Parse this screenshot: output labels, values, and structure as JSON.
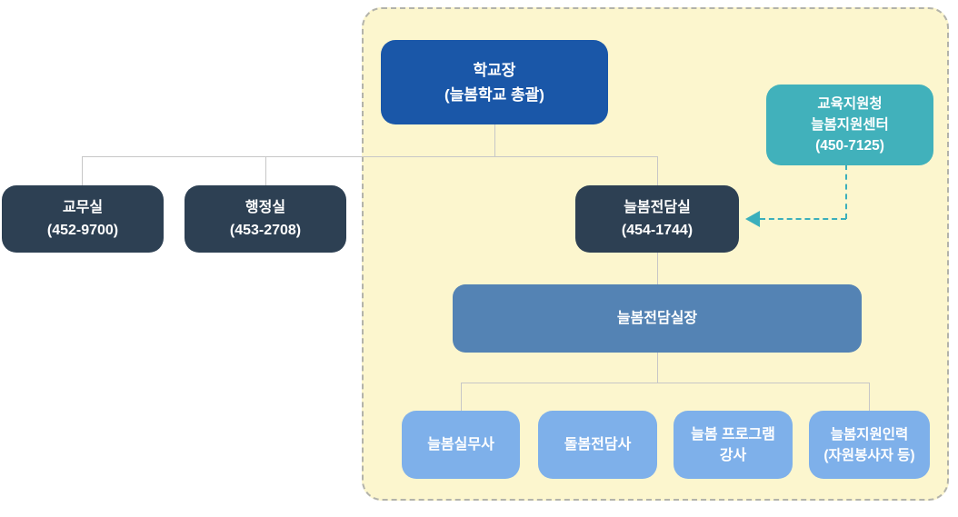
{
  "colors": {
    "panel_bg": "#FCF6CE",
    "panel_border": "#B3B3AA",
    "principal_blue": "#1A57A8",
    "navy": "#2D4053",
    "teal": "#41B1BB",
    "mid_blue": "#5483B4",
    "light_blue": "#7EB0EA",
    "connector_gray": "#C7C7C7",
    "dashed_arrow_teal": "#3BAFBC",
    "box_text": "#FFFFFF"
  },
  "nodes": {
    "principal": {
      "line1": "학교장",
      "line2": "(늘봄학교 총괄)"
    },
    "support_center": {
      "line1": "교육지원청",
      "line2": "늘봄지원센터",
      "line3": "(450-7125)"
    },
    "academic_office": {
      "line1": "교무실",
      "line2": "(452-9700)"
    },
    "admin_office": {
      "line1": "행정실",
      "line2": "(453-2708)"
    },
    "neulbom_office": {
      "line1": "늘봄전담실",
      "line2": "(454-1744)"
    },
    "neulbom_head": {
      "line1": "늘봄전담실장"
    },
    "staff": [
      {
        "line1": "늘봄실무사",
        "line2": ""
      },
      {
        "line1": "돌봄전담사",
        "line2": ""
      },
      {
        "line1": "늘봄 프로그램",
        "line2": "강사"
      },
      {
        "line1": "늘봄지원인력",
        "line2": "(자원봉사자 등)"
      }
    ]
  }
}
